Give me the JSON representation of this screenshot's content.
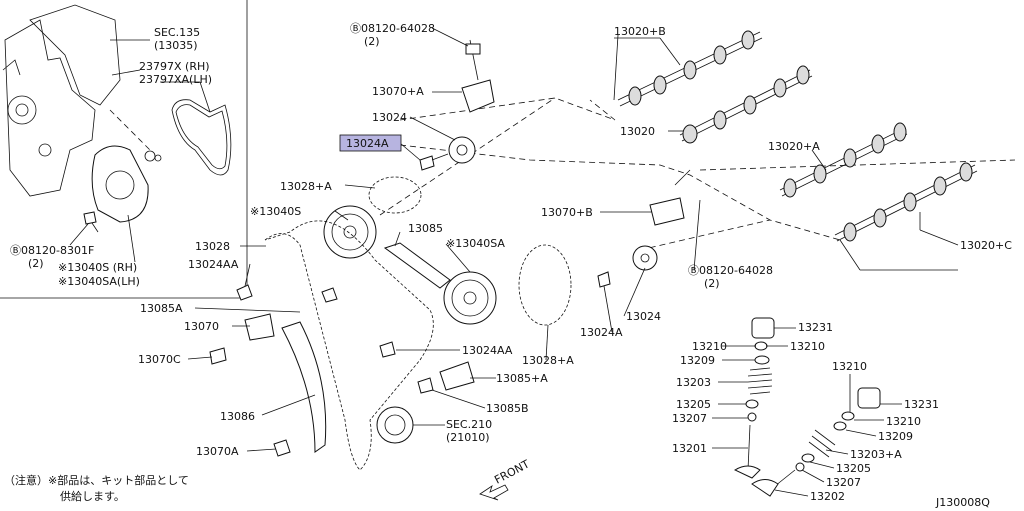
{
  "diagram_id": "J130008Q",
  "note_line1": "（注意）※部品は、キット部品として",
  "note_line2": "供給します。",
  "front_label": "FRONT",
  "highlight_color": "#b7b4e0",
  "inset": {
    "sec135": "SEC.135",
    "sec135_ref": "(13035)",
    "gasket_rh": "23797X  (RH)",
    "gasket_lh": "23797XA(LH)",
    "bolt": "Ⓑ08120-8301F",
    "bolt_qty": "(2)",
    "sprocket_rh": "※13040S  (RH)",
    "sprocket_lh": "※13040SA(LH)"
  },
  "labels": {
    "bolt_top": "Ⓑ08120-64028",
    "bolt_top_qty": "(2)",
    "tensioner_a": "13070+A",
    "sprocket_13024": "13024",
    "sprocket_13024a": "13024A",
    "chain_a": "13028+A",
    "sprocket_13040s": "※13040S",
    "guide_13085": "13085",
    "sprocket_13040sa": "※13040SA",
    "chain": "13028",
    "bolt_aa_left": "13024AA",
    "guide_85a": "13085A",
    "tensioner": "13070",
    "bolt_70c": "13070C",
    "tension_guide": "13086",
    "bolt_70a": "13070A",
    "tensioner_b": "13070+B",
    "bolt_right": "Ⓑ08120-64028",
    "bolt_right_qty": "(2)",
    "sprocket_13024_r": "13024",
    "sprocket_13024a_r": "13024A",
    "chain_a_r": "13028+A",
    "bolt_aa_mid": "13024AA",
    "guide_85a_plus": "13085+A",
    "guide_85b": "13085B",
    "sec210": "SEC.210",
    "sec210_ref": "(21010)",
    "cam_b": "13020+B",
    "cam": "13020",
    "cam_a": "13020+A",
    "cam_c": "13020+C",
    "v13231": "13231",
    "v13210": "13210",
    "v13210b": "13210",
    "v13209": "13209",
    "v13203": "13203",
    "v13205": "13205",
    "v13207": "13207",
    "v13201": "13201",
    "v13210r": "13210",
    "v13231r": "13231",
    "v13210r2": "13210",
    "v13209r": "13209",
    "v13203a": "13203+A",
    "v13205r": "13205",
    "v13207r": "13207",
    "v13202": "13202"
  }
}
